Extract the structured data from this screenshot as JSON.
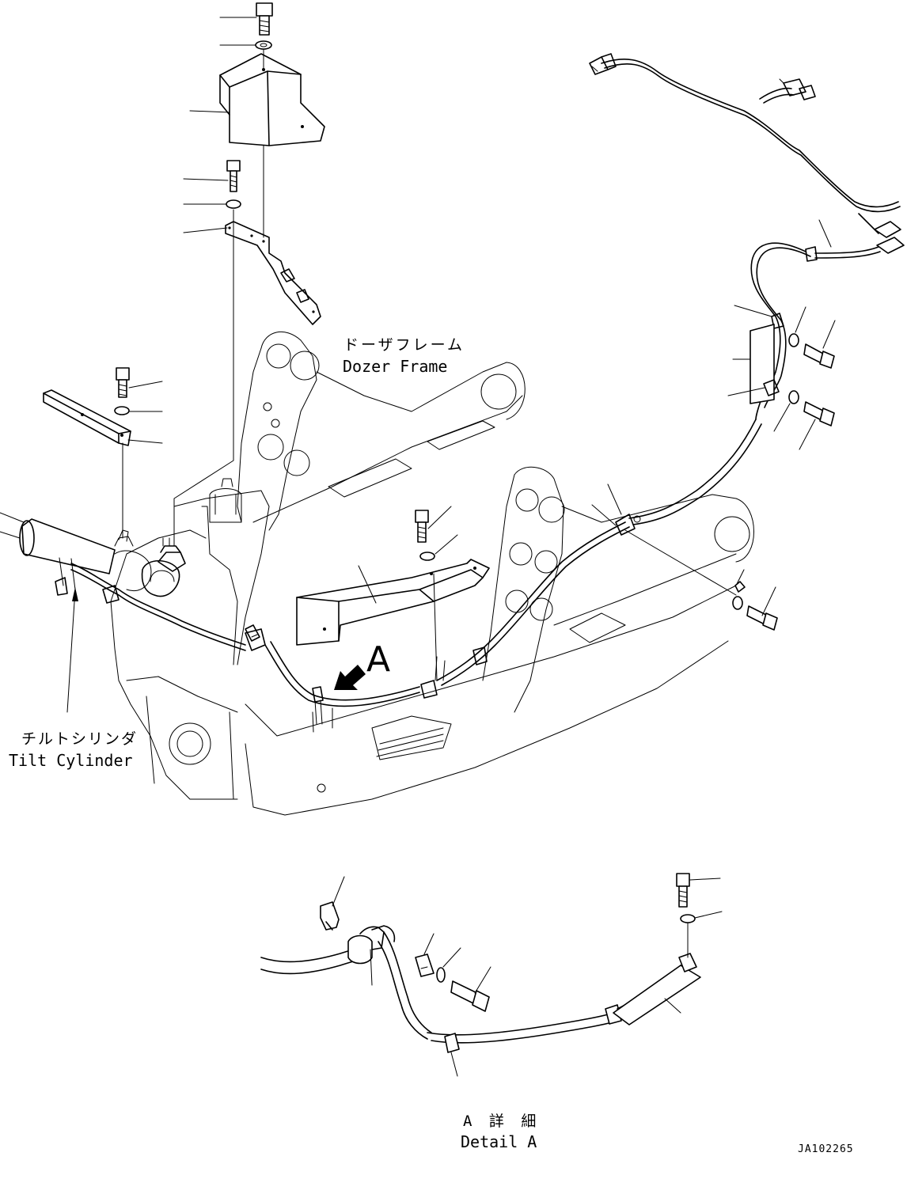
{
  "labels": {
    "dozer_frame_jp": "ドーザフレーム",
    "dozer_frame_en": "Dozer Frame",
    "tilt_cylinder_jp": "チルトシリンダ",
    "tilt_cylinder_en": "Tilt Cylinder",
    "view_arrow": "A",
    "detail_jp": "A 詳 細",
    "detail_en": "Detail A",
    "drawing_code": "JA102265"
  }
}
